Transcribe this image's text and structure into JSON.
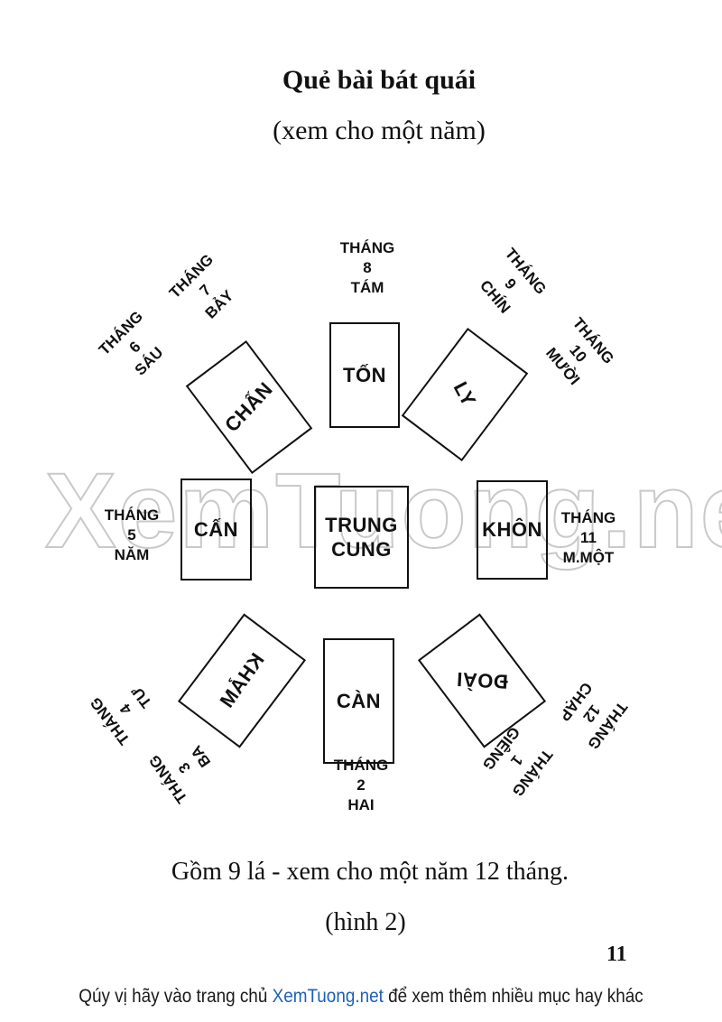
{
  "title": "Quẻ bài bát quái",
  "subtitle": "(xem cho một năm)",
  "cards": {
    "chan": "CHẤN",
    "ton": "TỐN",
    "ly": "LY",
    "can_left": "CẤN",
    "trung_cung_1": "TRUNG",
    "trung_cung_2": "CUNG",
    "khon": "KHÔN",
    "kham": "KHẢM",
    "can_bottom": "CÀN",
    "doai": "ĐOÀI"
  },
  "months": {
    "m1": [
      "THÁNG",
      "1",
      "GIÊNG"
    ],
    "m2": [
      "THÁNG",
      "2",
      "HAI"
    ],
    "m3": [
      "THÁNG",
      "3",
      "BA"
    ],
    "m4": [
      "THÁNG",
      "4",
      "TƯ"
    ],
    "m5": [
      "THÁNG",
      "5",
      "NĂM"
    ],
    "m6": [
      "THÁNG",
      "6",
      "SÁU"
    ],
    "m7": [
      "THÁNG",
      "7",
      "BẢY"
    ],
    "m8": [
      "THÁNG",
      "8",
      "TÁM"
    ],
    "m9": [
      "THÁNG",
      "9",
      "CHÍN"
    ],
    "m10": [
      "THÁNG",
      "10",
      "MƯỜI"
    ],
    "m11": [
      "THÁNG",
      "11",
      "M.MỘT"
    ],
    "m12": [
      "THÁNG",
      "12",
      "CHẠP"
    ]
  },
  "caption": "Gồm 9 lá - xem cho một năm 12 tháng.",
  "figure_label": "(hình 2)",
  "page_number": "11",
  "watermark": "XemTuong.net",
  "footer": {
    "before": "Qúy vị hãy vào trang chủ ",
    "site": "XemTuong.net",
    "after": " để xem thêm nhiều mục hay khác"
  }
}
